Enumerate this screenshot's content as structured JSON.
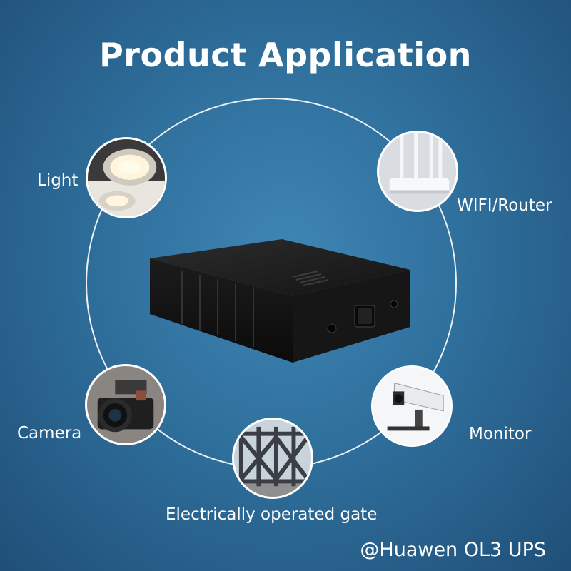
{
  "title": "Product Application",
  "applications": [
    {
      "id": "light",
      "label": "Light",
      "icon": "recessed-light-icon"
    },
    {
      "id": "router",
      "label": "WIFI/Router",
      "icon": "router-icon"
    },
    {
      "id": "camera",
      "label": "Camera",
      "icon": "camera-icon"
    },
    {
      "id": "monitor",
      "label": "Monitor",
      "icon": "security-camera-icon"
    },
    {
      "id": "gate",
      "label": "Electrically operated gate",
      "icon": "gate-icon"
    }
  ],
  "product": {
    "icon": "ups-device-icon"
  },
  "watermark": "@Huawen OL3 UPS",
  "colors": {
    "background": "#2f6f9c",
    "accent": "#ffffff"
  }
}
